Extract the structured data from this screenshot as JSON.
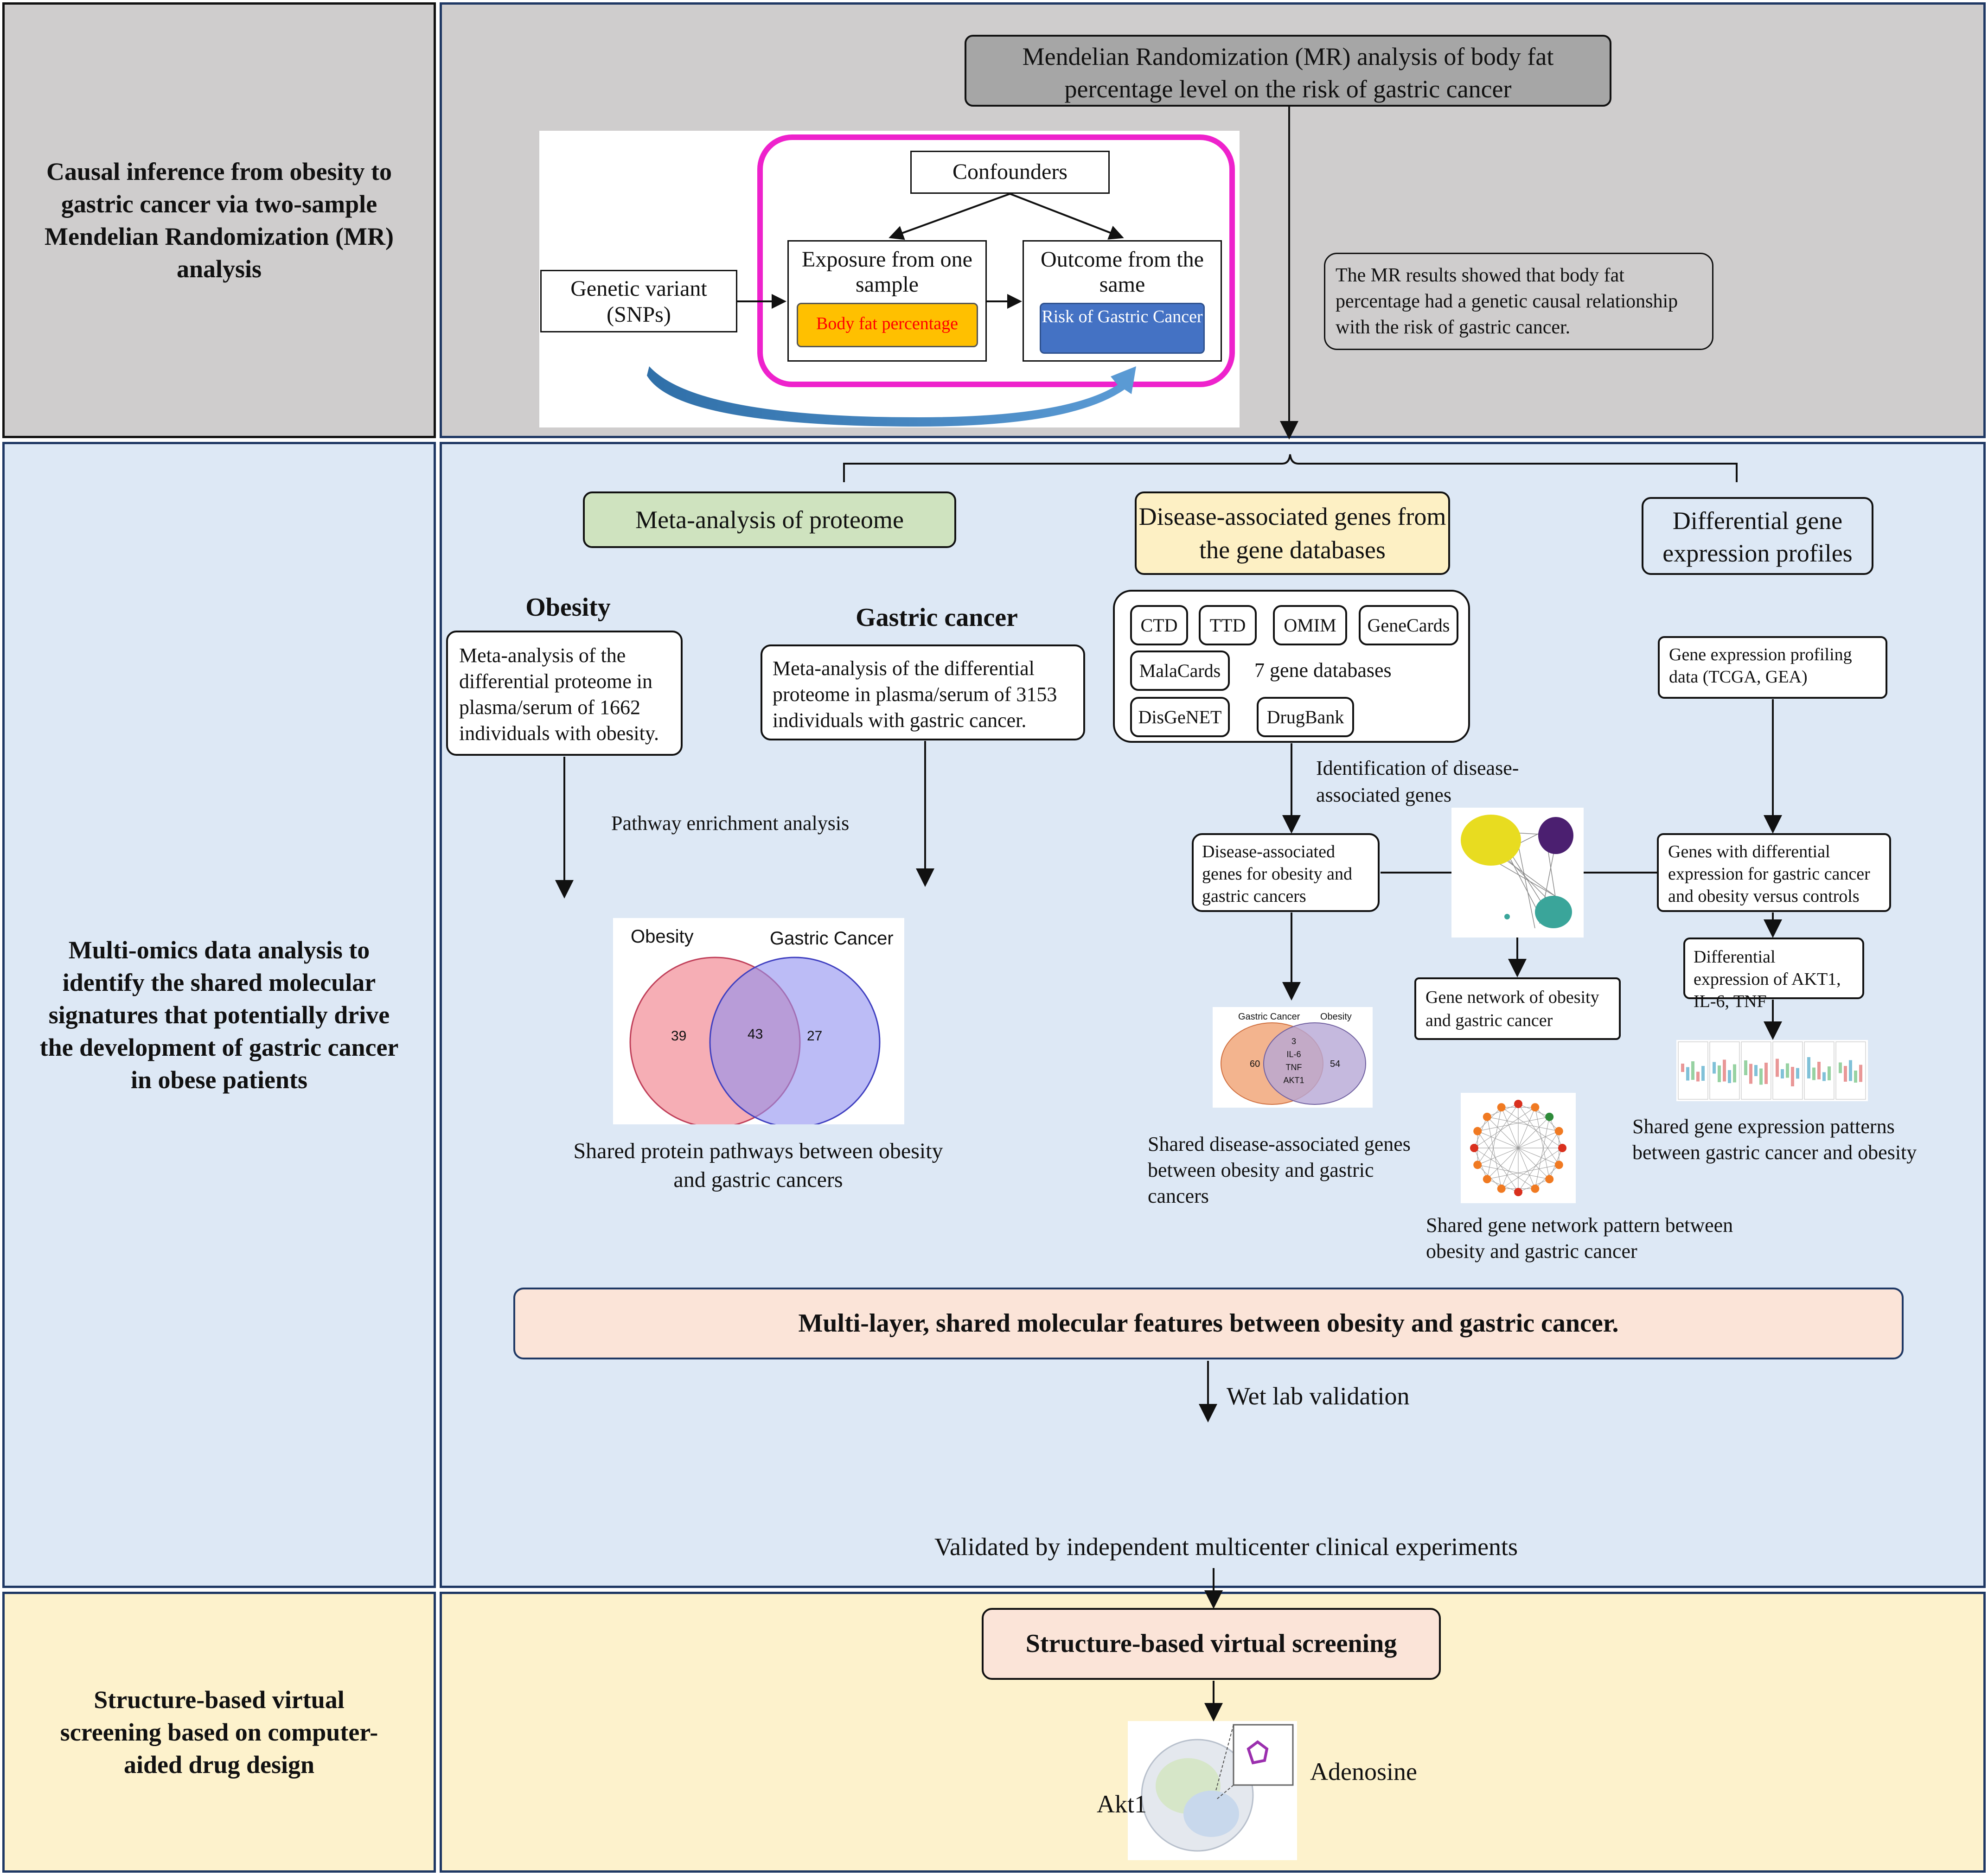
{
  "rows": {
    "mr": {
      "label": "Causal inference from obesity to gastric cancer via two-sample Mendelian Randomization (MR) analysis",
      "bg": "#cfcdcd"
    },
    "omics": {
      "label": "Multi-omics data analysis to identify the shared molecular signatures that potentially drive the development of gastric cancer in obese patients",
      "bg": "#dde8f5"
    },
    "screen": {
      "label": "Structure-based virtual screening based on computer-aided drug design",
      "bg": "#fdf2cc"
    }
  },
  "mr": {
    "title": "Mendelian Randomization (MR) analysis of body fat percentage level on the risk of gastric cancer",
    "confounders": "Confounders",
    "genetic_variant": "Genetic variant (SNPs)",
    "exposure": "Exposure from one sample",
    "exposure_tag": "Body fat percentage",
    "outcome": "Outcome from the same",
    "outcome_tag": "Risk of Gastric Cancer",
    "result": "The MR results showed that body fat percentage had a  genetic causal relationship with the risk of gastric cancer."
  },
  "omics": {
    "proteome": {
      "header": "Meta-analysis of proteome",
      "obesity_title": "Obesity",
      "obesity_text": "Meta-analysis of the differential proteome in plasma/serum of 1662 individuals with obesity.",
      "gastric_title": "Gastric cancer",
      "gastric_text": "Meta-analysis of the differential proteome in plasma/serum of 3153 individuals with gastric cancer.",
      "pathway_label": "Pathway enrichment analysis",
      "venn": {
        "left_label": "Obesity",
        "right_label": "Gastric Cancer",
        "left": "39",
        "middle": "43",
        "right": "27"
      },
      "caption": "Shared protein pathways between obesity and gastric cancers"
    },
    "genes": {
      "header": "Disease-associated genes from the gene databases",
      "databases": [
        "CTD",
        "TTD",
        "OMIM",
        "GeneCards",
        "MalaCards",
        "DisGeNET",
        "DrugBank"
      ],
      "db_count": "7 gene databases",
      "identification": "Identification of disease-associated genes",
      "box": "Disease-associated genes for obesity and gastric cancers",
      "venn": {
        "left_label": "Gastric Cancer",
        "right_label": "Obesity",
        "left": "60",
        "right": "54",
        "middle": [
          "3",
          "IL-6",
          "TNF",
          "AKT1"
        ]
      },
      "caption": "Shared disease-associated genes between obesity and gastric cancers"
    },
    "network": {
      "box": "Gene network of obesity and gastric cancer",
      "caption": "Shared gene network pattern between obesity and gastric cancer"
    },
    "expression": {
      "header": "Differential gene expression profiles",
      "data_box": "Gene expression profiling data (TCGA, GEA)",
      "genes_box": "Genes with differential expression for gastric cancer and obesity versus controls",
      "diff_box": "Differential expression of AKT1, IL-6, TNF",
      "caption": "Shared gene expression patterns between gastric cancer and obesity"
    },
    "shared": "Multi-layer, shared molecular features between obesity and gastric cancer.",
    "wet_lab": "Wet lab validation",
    "validated": "Validated by independent multicenter clinical experiments"
  },
  "screening": {
    "box": "Structure-based virtual screening",
    "protein": "Akt1",
    "ligand": "Adenosine"
  },
  "colors": {
    "border": "#1f3864",
    "magenta": "#ee22cc",
    "exposure_tag": "#ffc000",
    "outcome_tag": "#4472c4",
    "proteome_header": "#cfe3bf",
    "genes_header": "#fdf0c4",
    "shared_box": "#fbe4d8",
    "venn_red": "#f4a0a8",
    "venn_blue": "#a9a9f6",
    "venn_orange": "#f3b48e",
    "venn_purple": "#b7a7d6"
  }
}
